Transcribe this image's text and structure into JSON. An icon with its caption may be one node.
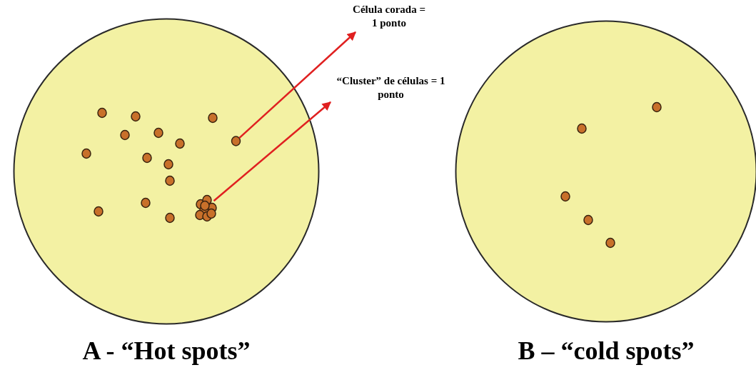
{
  "diagram": {
    "nodes": [
      {
        "text": [],
        "shape": "circle",
        "beside": [
          "A - “Hot spots”"
        ]
      },
      {
        "text": [
          "Célula corada = 1 ponto"
        ]
      },
      {
        "text": [
          "“Cluster” de células = 1 ponto"
        ]
      },
      {
        "text": [],
        "shape": "circle",
        "in": 0
      },
      {
        "text": [],
        "shape": "circle",
        "in": 0
      },
      {
        "text": [],
        "shape": "circle",
        "beside": [
          "B – “cold spots”"
        ]
      }
    ],
    "edges": [
      {
        "from": 3,
        "to": 1,
        "arrow": "to",
        "color": "#e02020"
      },
      {
        "from": 4,
        "to": 2,
        "arrow": "to",
        "color": "#e02020"
      }
    ]
  }
}
